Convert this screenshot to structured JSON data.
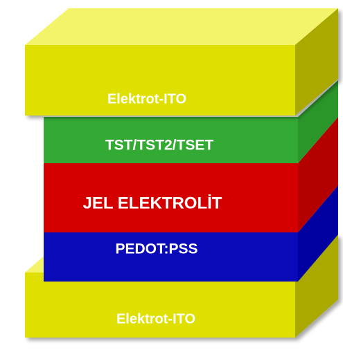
{
  "layers": {
    "top_electrode": {
      "label": "Elektrot-ITO",
      "color": "#e0e000"
    },
    "polymer": {
      "label": "TST/TST2/TSET",
      "color": "#33aa33"
    },
    "electrolyte": {
      "label": "JEL ELEKTROLİT",
      "color": "#d40000"
    },
    "pedot": {
      "label": "PEDOT:PSS",
      "color": "#0a0ab8"
    },
    "bottom_electrode": {
      "label": "Elektrot-ITO",
      "color": "#e0e000"
    }
  }
}
